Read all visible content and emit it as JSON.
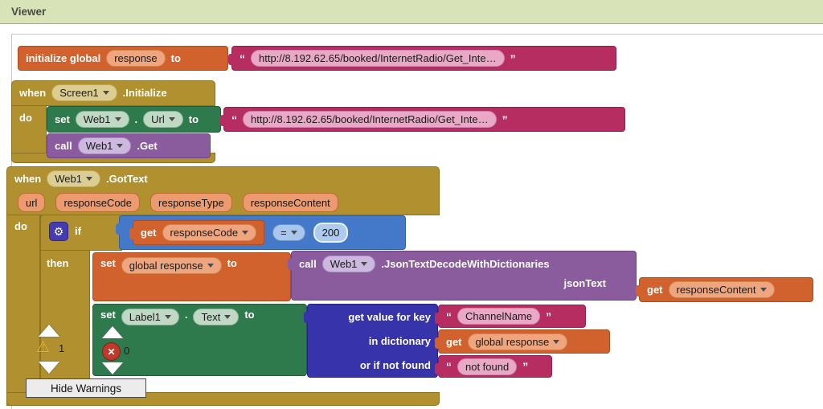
{
  "viewer": {
    "title": "Viewer"
  },
  "tokens": {
    "when": "when",
    "do": "do",
    "then": "then",
    "if": "if",
    "set": "set",
    "call": "call",
    "get": "get",
    "to": "to",
    "dot": ".",
    "open_quote": "“",
    "close_quote": "”",
    "eq": "="
  },
  "colors": {
    "header_green": "#D8E3B8",
    "event_gold": "#B1902F",
    "variable_orange": "#D2622D",
    "text_magenta": "#B62D62",
    "setter_green": "#2E7A4D",
    "method_purple": "#8A5C9E",
    "math_blue": "#4478C8",
    "dictionary_indigo": "#3734AB"
  },
  "init_block": {
    "label": "initialize global",
    "var_name": "response",
    "url_text": "http://8.192.62.65/booked/InternetRadio/Get_Inte…"
  },
  "screen1_block": {
    "component": "Screen1",
    "event": ".Initialize",
    "set_component": "Web1",
    "set_property": "Url",
    "url_text": "http://8.192.62.65/booked/InternetRadio/Get_Inte…",
    "call_component": "Web1",
    "call_method": ".Get"
  },
  "gottext_block": {
    "component": "Web1",
    "event": ".GotText",
    "params": [
      "url",
      "responseCode",
      "responseType",
      "responseContent"
    ],
    "condition": {
      "var": "responseCode",
      "value": "200"
    },
    "set_global": {
      "var": "global response"
    },
    "decode": {
      "component": "Web1",
      "method": ".JsonTextDecodeWithDictionaries",
      "arg_label": "jsonText",
      "arg_var": "responseContent"
    },
    "set_label": {
      "component": "Label1",
      "property": "Text"
    },
    "dict": {
      "row1": "get value for key",
      "row2": "in dictionary",
      "row3": "or if not found",
      "key": "ChannelName",
      "var": "global response",
      "not_found": "not found"
    },
    "warning_count": "1",
    "error_count": "0"
  },
  "hide_warnings": {
    "label": "Hide Warnings"
  }
}
